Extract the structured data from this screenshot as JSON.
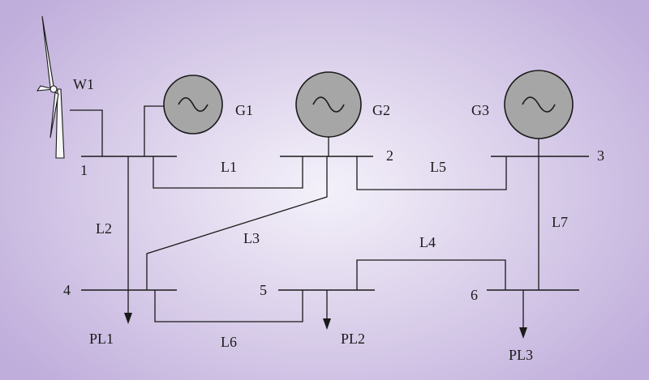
{
  "wind_turbine": {
    "label": "W1",
    "icon": "wind-turbine-icon"
  },
  "generators": [
    {
      "label": "G1",
      "icon": "ac-generator-icon"
    },
    {
      "label": "G2",
      "icon": "ac-generator-icon"
    },
    {
      "label": "G3",
      "icon": "ac-generator-icon"
    }
  ],
  "buses": [
    "1",
    "2",
    "3",
    "4",
    "5",
    "6"
  ],
  "lines": [
    "L1",
    "L2",
    "L3",
    "L4",
    "L5",
    "L6",
    "L7"
  ],
  "loads": [
    "PL1",
    "PL2",
    "PL3"
  ],
  "colors": {
    "generator_fill": "#a6a6a6",
    "stroke": "#1a1a1a",
    "background_center": "#f4f1fa",
    "background_edge": "#bfaddb"
  }
}
